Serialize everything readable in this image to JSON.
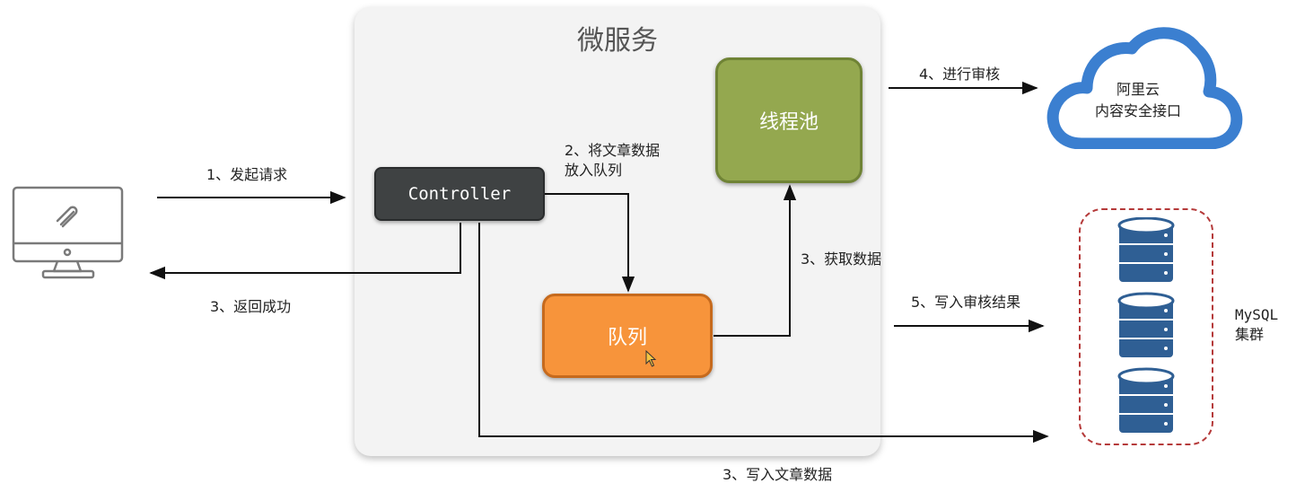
{
  "title": "微服务",
  "nodes": {
    "controller": "Controller",
    "thread_pool": "线程池",
    "queue": "队列",
    "cloud_line1": "阿里云",
    "cloud_line2": "内容安全接口",
    "mysql_line1": "MySQL",
    "mysql_line2": "集群"
  },
  "edges": {
    "request": "1、发起请求",
    "return_success": "3、返回成功",
    "enqueue_line1": "2、将文章数据",
    "enqueue_line2": "放入队列",
    "fetch": "3、获取数据",
    "review": "4、进行审核",
    "write_result": "5、写入审核结果",
    "write_article": "3、写入文章数据"
  },
  "colors": {
    "controller": "#3f4243",
    "thread_pool": "#94a84f",
    "queue": "#f7943b",
    "cloud": "#3b7fd0",
    "database": "#2f5f94",
    "cluster_border": "#b53a3a"
  },
  "icons": [
    "computer-icon",
    "cloud-icon",
    "database-icon"
  ]
}
